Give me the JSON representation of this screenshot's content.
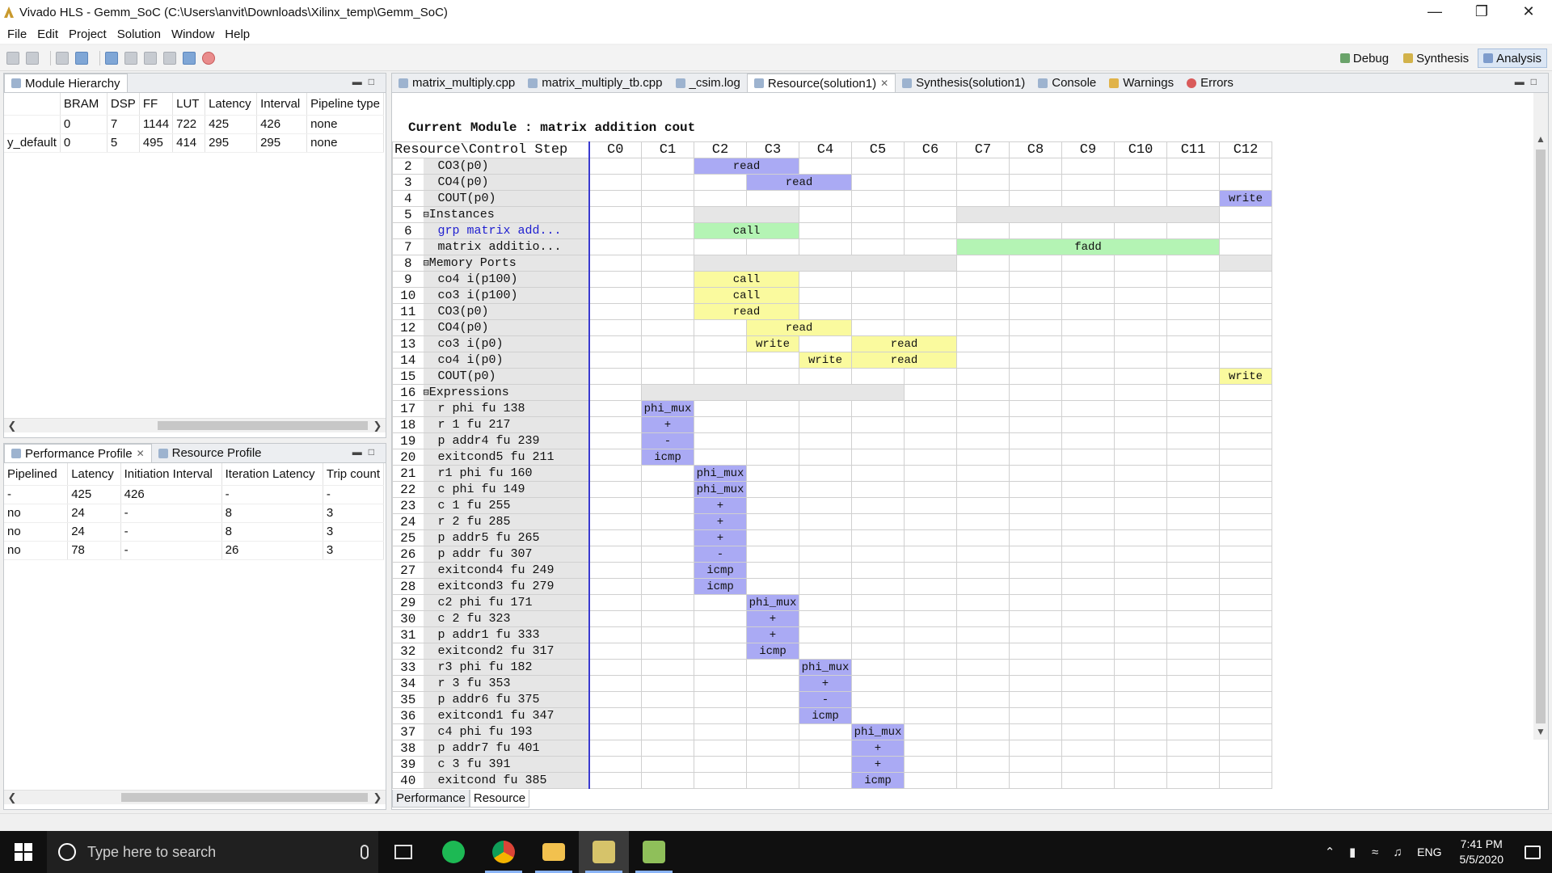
{
  "window": {
    "title": "Vivado HLS - Gemm_SoC (C:\\Users\\anvit\\Downloads\\Xilinx_temp\\Gemm_SoC)"
  },
  "menu": [
    "File",
    "Edit",
    "Project",
    "Solution",
    "Window",
    "Help"
  ],
  "perspectives": [
    {
      "label": "Debug",
      "active": false
    },
    {
      "label": "Synthesis",
      "active": false
    },
    {
      "label": "Analysis",
      "active": true
    }
  ],
  "module_hierarchy": {
    "tab": "Module Hierarchy",
    "columns": [
      "",
      "BRAM",
      "DSP",
      "FF",
      "LUT",
      "Latency",
      "Interval",
      "Pipeline type"
    ],
    "rows": [
      [
        "",
        "0",
        "7",
        "1144",
        "722",
        "425",
        "426",
        "none"
      ],
      [
        "y_default",
        "0",
        "5",
        "495",
        "414",
        "295",
        "295",
        "none"
      ]
    ]
  },
  "performance_profile": {
    "tabs": [
      "Performance Profile",
      "Resource Profile"
    ],
    "columns": [
      "Pipelined",
      "Latency",
      "Initiation Interval",
      "Iteration Latency",
      "Trip count"
    ],
    "rows": [
      [
        "-",
        "425",
        "426",
        "-",
        "-"
      ],
      [
        "no",
        "24",
        "-",
        "8",
        "3"
      ],
      [
        "no",
        "24",
        "-",
        "8",
        "3"
      ],
      [
        "no",
        "78",
        "-",
        "26",
        "3"
      ]
    ]
  },
  "editor_tabs": [
    {
      "label": "matrix_multiply.cpp",
      "active": false
    },
    {
      "label": "matrix_multiply_tb.cpp",
      "active": false
    },
    {
      "label": "_csim.log",
      "active": false
    },
    {
      "label": "Resource(solution1)",
      "active": true
    },
    {
      "label": "Synthesis(solution1)",
      "active": false
    },
    {
      "label": "Console",
      "active": false
    },
    {
      "label": "Warnings",
      "active": false
    },
    {
      "label": "Errors",
      "active": false
    }
  ],
  "resource_view": {
    "current_module": "Current Module : matrix addition cout",
    "header_label": "Resource\\Control Step",
    "steps": [
      "C0",
      "C1",
      "C2",
      "C3",
      "C4",
      "C5",
      "C6",
      "C7",
      "C8",
      "C9",
      "C10",
      "C11",
      "C12"
    ],
    "rows": [
      {
        "n": "2",
        "label": "CO3(p0)",
        "cells": [
          {
            "s": 2,
            "span": 2,
            "t": "read",
            "c": "blue"
          }
        ]
      },
      {
        "n": "3",
        "label": "CO4(p0)",
        "cells": [
          {
            "s": 3,
            "span": 2,
            "t": "read",
            "c": "blue"
          }
        ]
      },
      {
        "n": "4",
        "label": "COUT(p0)",
        "cells": [
          {
            "s": 12,
            "span": 1,
            "t": "write",
            "c": "blue"
          }
        ]
      },
      {
        "n": "5",
        "label": "Instances",
        "group": true,
        "cells": [
          {
            "s": 2,
            "span": 2,
            "t": "",
            "c": "gray"
          },
          {
            "s": 7,
            "span": 5,
            "t": "",
            "c": "gray"
          }
        ]
      },
      {
        "n": "6",
        "label": "grp matrix add...",
        "link": true,
        "cells": [
          {
            "s": 2,
            "span": 2,
            "t": "call",
            "c": "green"
          }
        ]
      },
      {
        "n": "7",
        "label": "matrix additio...",
        "cells": [
          {
            "s": 7,
            "span": 5,
            "t": "fadd",
            "c": "green"
          }
        ]
      },
      {
        "n": "8",
        "label": "Memory Ports",
        "group": true,
        "cells": [
          {
            "s": 2,
            "span": 5,
            "t": "",
            "c": "gray"
          },
          {
            "s": 12,
            "span": 1,
            "t": "",
            "c": "gray"
          }
        ]
      },
      {
        "n": "9",
        "label": "co4 i(p100)",
        "cells": [
          {
            "s": 2,
            "span": 2,
            "t": "call",
            "c": "yellow"
          }
        ]
      },
      {
        "n": "10",
        "label": "co3 i(p100)",
        "cells": [
          {
            "s": 2,
            "span": 2,
            "t": "call",
            "c": "yellow"
          }
        ]
      },
      {
        "n": "11",
        "label": "CO3(p0)",
        "cells": [
          {
            "s": 2,
            "span": 2,
            "t": "read",
            "c": "yellow"
          }
        ]
      },
      {
        "n": "12",
        "label": "CO4(p0)",
        "cells": [
          {
            "s": 3,
            "span": 2,
            "t": "read",
            "c": "yellow"
          }
        ]
      },
      {
        "n": "13",
        "label": "co3 i(p0)",
        "cells": [
          {
            "s": 3,
            "span": 1,
            "t": "write",
            "c": "yellow"
          },
          {
            "s": 5,
            "span": 2,
            "t": "read",
            "c": "yellow"
          }
        ]
      },
      {
        "n": "14",
        "label": "co4 i(p0)",
        "cells": [
          {
            "s": 4,
            "span": 1,
            "t": "write",
            "c": "yellow"
          },
          {
            "s": 5,
            "span": 2,
            "t": "read",
            "c": "yellow"
          }
        ]
      },
      {
        "n": "15",
        "label": "COUT(p0)",
        "cells": [
          {
            "s": 12,
            "span": 1,
            "t": "write",
            "c": "yellow"
          }
        ]
      },
      {
        "n": "16",
        "label": "Expressions",
        "group": true,
        "cells": [
          {
            "s": 1,
            "span": 5,
            "t": "",
            "c": "gray"
          }
        ]
      },
      {
        "n": "17",
        "label": "r phi fu 138",
        "cells": [
          {
            "s": 1,
            "span": 1,
            "t": "phi_mux",
            "c": "blue"
          }
        ]
      },
      {
        "n": "18",
        "label": "r 1 fu 217",
        "cells": [
          {
            "s": 1,
            "span": 1,
            "t": "+",
            "c": "blue"
          }
        ]
      },
      {
        "n": "19",
        "label": "p addr4 fu 239",
        "cells": [
          {
            "s": 1,
            "span": 1,
            "t": "-",
            "c": "blue"
          }
        ]
      },
      {
        "n": "20",
        "label": "exitcond5 fu 211",
        "cells": [
          {
            "s": 1,
            "span": 1,
            "t": "icmp",
            "c": "blue"
          }
        ]
      },
      {
        "n": "21",
        "label": "r1 phi fu 160",
        "cells": [
          {
            "s": 2,
            "span": 1,
            "t": "phi_mux",
            "c": "blue"
          }
        ]
      },
      {
        "n": "22",
        "label": "c phi fu 149",
        "cells": [
          {
            "s": 2,
            "span": 1,
            "t": "phi_mux",
            "c": "blue"
          }
        ]
      },
      {
        "n": "23",
        "label": "c 1 fu 255",
        "cells": [
          {
            "s": 2,
            "span": 1,
            "t": "+",
            "c": "blue"
          }
        ]
      },
      {
        "n": "24",
        "label": "r 2 fu 285",
        "cells": [
          {
            "s": 2,
            "span": 1,
            "t": "+",
            "c": "blue"
          }
        ]
      },
      {
        "n": "25",
        "label": "p addr5 fu 265",
        "cells": [
          {
            "s": 2,
            "span": 1,
            "t": "+",
            "c": "blue"
          }
        ]
      },
      {
        "n": "26",
        "label": "p addr fu 307",
        "cells": [
          {
            "s": 2,
            "span": 1,
            "t": "-",
            "c": "blue"
          }
        ]
      },
      {
        "n": "27",
        "label": "exitcond4 fu 249",
        "cells": [
          {
            "s": 2,
            "span": 1,
            "t": "icmp",
            "c": "blue"
          }
        ]
      },
      {
        "n": "28",
        "label": "exitcond3 fu 279",
        "cells": [
          {
            "s": 2,
            "span": 1,
            "t": "icmp",
            "c": "blue"
          }
        ]
      },
      {
        "n": "29",
        "label": "c2 phi fu 171",
        "cells": [
          {
            "s": 3,
            "span": 1,
            "t": "phi_mux",
            "c": "blue"
          }
        ]
      },
      {
        "n": "30",
        "label": "c 2 fu 323",
        "cells": [
          {
            "s": 3,
            "span": 1,
            "t": "+",
            "c": "blue"
          }
        ]
      },
      {
        "n": "31",
        "label": "p addr1 fu 333",
        "cells": [
          {
            "s": 3,
            "span": 1,
            "t": "+",
            "c": "blue"
          }
        ]
      },
      {
        "n": "32",
        "label": "exitcond2 fu 317",
        "cells": [
          {
            "s": 3,
            "span": 1,
            "t": "icmp",
            "c": "blue"
          }
        ]
      },
      {
        "n": "33",
        "label": "r3 phi fu 182",
        "cells": [
          {
            "s": 4,
            "span": 1,
            "t": "phi_mux",
            "c": "blue"
          }
        ]
      },
      {
        "n": "34",
        "label": "r 3 fu 353",
        "cells": [
          {
            "s": 4,
            "span": 1,
            "t": "+",
            "c": "blue"
          }
        ]
      },
      {
        "n": "35",
        "label": "p addr6 fu 375",
        "cells": [
          {
            "s": 4,
            "span": 1,
            "t": "-",
            "c": "blue"
          }
        ]
      },
      {
        "n": "36",
        "label": "exitcond1 fu 347",
        "cells": [
          {
            "s": 4,
            "span": 1,
            "t": "icmp",
            "c": "blue"
          }
        ]
      },
      {
        "n": "37",
        "label": "c4 phi fu 193",
        "cells": [
          {
            "s": 5,
            "span": 1,
            "t": "phi_mux",
            "c": "blue"
          }
        ]
      },
      {
        "n": "38",
        "label": "p addr7 fu 401",
        "cells": [
          {
            "s": 5,
            "span": 1,
            "t": "+",
            "c": "blue"
          }
        ]
      },
      {
        "n": "39",
        "label": "c 3 fu 391",
        "cells": [
          {
            "s": 5,
            "span": 1,
            "t": "+",
            "c": "blue"
          }
        ]
      },
      {
        "n": "40",
        "label": "exitcond fu 385",
        "cells": [
          {
            "s": 5,
            "span": 1,
            "t": "icmp",
            "c": "blue"
          }
        ]
      }
    ]
  },
  "bottom_tabs": [
    {
      "label": "Performance",
      "active": false
    },
    {
      "label": "Resource",
      "active": true
    }
  ],
  "taskbar": {
    "search_placeholder": "Type here to search",
    "time": "7:41 PM",
    "date": "5/5/2020",
    "lang": "ENG"
  },
  "colors": {
    "blue_cell": "#aaaaf4",
    "yellow_cell": "#fafa9e",
    "green_cell": "#b4f4b4",
    "gray_cell": "#e6e6e6"
  }
}
